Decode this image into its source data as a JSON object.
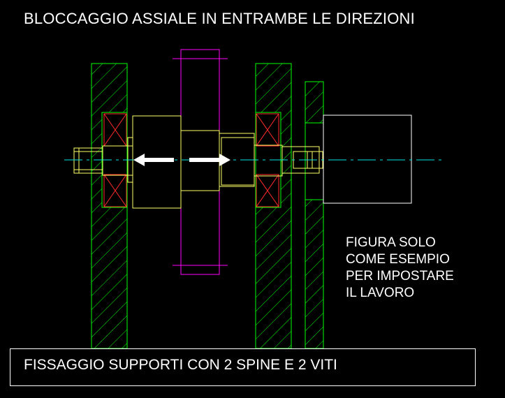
{
  "title": "BLOCCAGGIO ASSIALE IN ENTRAMBE LE DIREZIONI",
  "note": {
    "lines": [
      "FIGURA SOLO",
      "COME ESEMPIO",
      "PER IMPOSTARE",
      "IL LAVORO"
    ]
  },
  "caption": "FISSAGGIO SUPPORTI CON 2 SPINE E 2 VITI",
  "colors": {
    "background": "#000000",
    "support": "#00ff00",
    "shaft": "#ffff66",
    "gear": "#ff00ff",
    "bearing": "#ff2a2a",
    "centerline": "#00e5e5",
    "text": "#ffffff"
  }
}
